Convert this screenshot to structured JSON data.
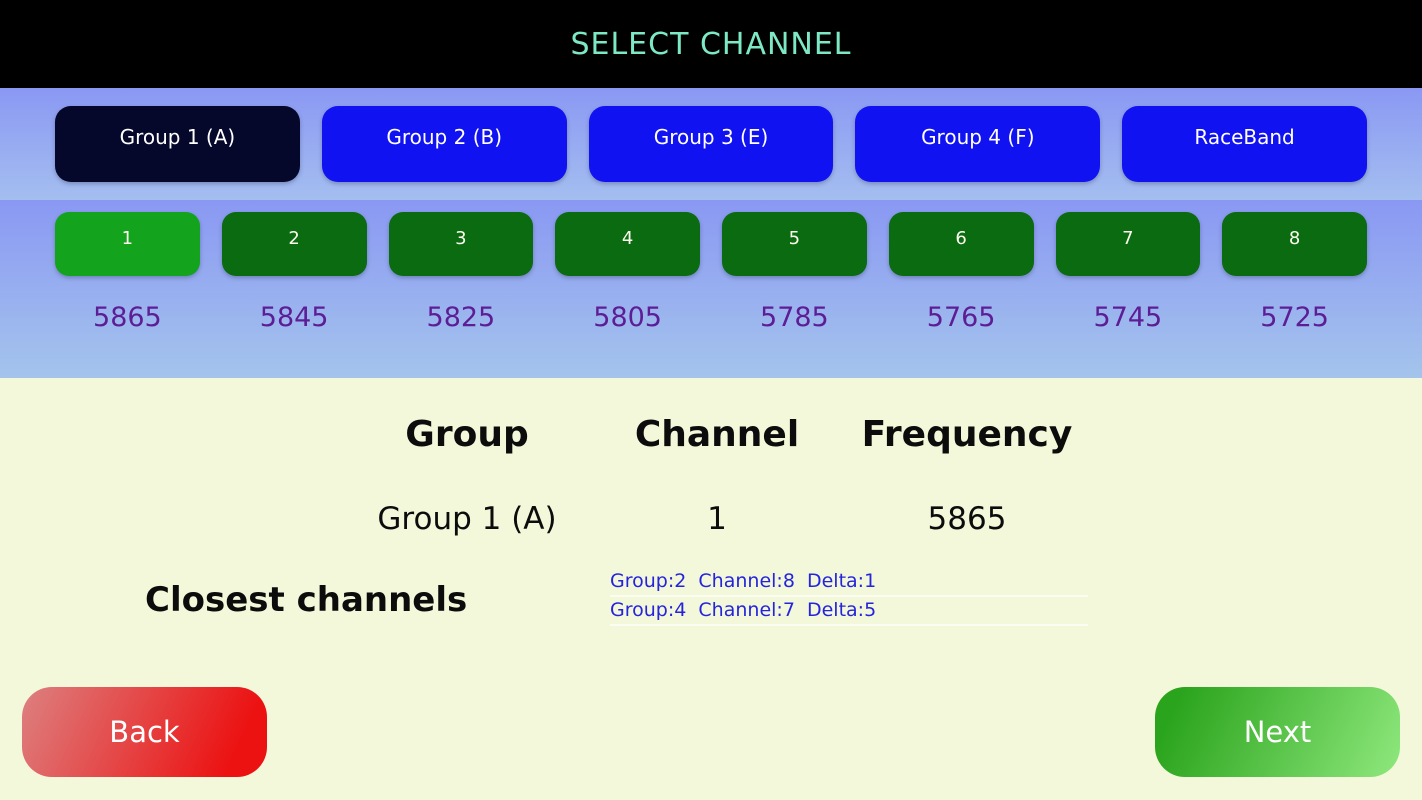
{
  "header": {
    "title": "SELECT CHANNEL"
  },
  "groups": {
    "items": [
      {
        "label": "Group 1 (A)",
        "selected": true
      },
      {
        "label": "Group 2 (B)",
        "selected": false
      },
      {
        "label": "Group 3 (E)",
        "selected": false
      },
      {
        "label": "Group 4 (F)",
        "selected": false
      },
      {
        "label": "RaceBand",
        "selected": false
      }
    ]
  },
  "channels": {
    "items": [
      {
        "number": "1",
        "frequency": "5865",
        "selected": true
      },
      {
        "number": "2",
        "frequency": "5845",
        "selected": false
      },
      {
        "number": "3",
        "frequency": "5825",
        "selected": false
      },
      {
        "number": "4",
        "frequency": "5805",
        "selected": false
      },
      {
        "number": "5",
        "frequency": "5785",
        "selected": false
      },
      {
        "number": "6",
        "frequency": "5765",
        "selected": false
      },
      {
        "number": "7",
        "frequency": "5745",
        "selected": false
      },
      {
        "number": "8",
        "frequency": "5725",
        "selected": false
      }
    ]
  },
  "summary": {
    "headers": {
      "group": "Group",
      "channel": "Channel",
      "frequency": "Frequency"
    },
    "values": {
      "group": "Group 1 (A)",
      "channel": "1",
      "frequency": "5865"
    }
  },
  "closest": {
    "label": "Closest channels",
    "rows": [
      "Group:2  Channel:8  Delta:1",
      "Group:4  Channel:7  Delta:5"
    ]
  },
  "footer": {
    "back_label": "Back",
    "next_label": "Next"
  },
  "colors": {
    "title_text": "#7de8c5",
    "group_button": "#1112f2",
    "group_button_selected": "#05082b",
    "channel_button": "#0b6b11",
    "channel_button_selected": "#13a31d",
    "frequency_text": "#5d1d95",
    "closest_info_text": "#2424dd",
    "back_button": "#ec1212",
    "next_button": "#2ba41d"
  }
}
